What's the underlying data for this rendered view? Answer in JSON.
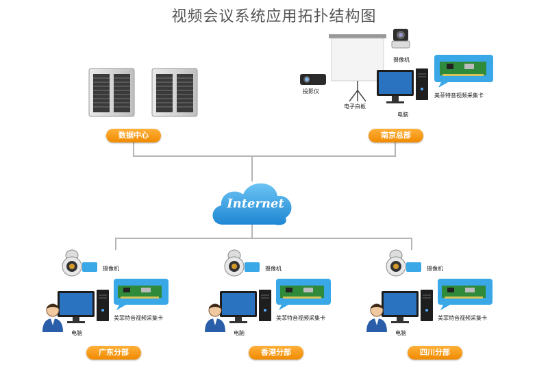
{
  "title": "视频会议系统应用拓扑结构图",
  "cloud_label": "Internet",
  "top": {
    "datacenter": {
      "badge": "数据中心"
    },
    "hq": {
      "badge": "南京总部",
      "projector": "投影仪",
      "whiteboard": "电子白板",
      "camera": "摄像机",
      "computer": "电脑",
      "capture_card": "美菲特音视频采集卡"
    }
  },
  "branches": [
    {
      "badge": "广东分部",
      "camera": "摄像机",
      "computer": "电脑",
      "capture_card": "美菲特音视频采集卡"
    },
    {
      "badge": "香港分部",
      "camera": "摄像机",
      "computer": "电脑",
      "capture_card": "美菲特音视频采集卡"
    },
    {
      "badge": "四川分部",
      "camera": "摄像机",
      "computer": "电脑",
      "capture_card": "美菲特音视频采集卡"
    }
  ],
  "colors": {
    "badge": "#f39200",
    "cloud": "#2a9be0",
    "line": "#b5b5b5"
  }
}
